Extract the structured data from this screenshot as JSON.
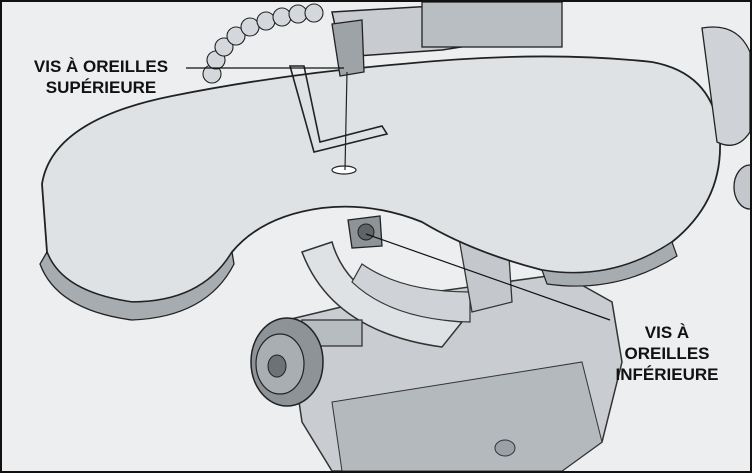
{
  "callouts": {
    "upper": [
      "VIS À OREILLES",
      "SUPÉRIEURE"
    ],
    "lower": [
      "VIS À",
      "OREILLES",
      "INFÉRIEURE"
    ]
  },
  "colors": {
    "line": "#111111",
    "fill_light": "#d9dcdf",
    "fill_mid": "#c4c8cc",
    "fill_dark": "#8e9398",
    "background": "#eceef0"
  }
}
